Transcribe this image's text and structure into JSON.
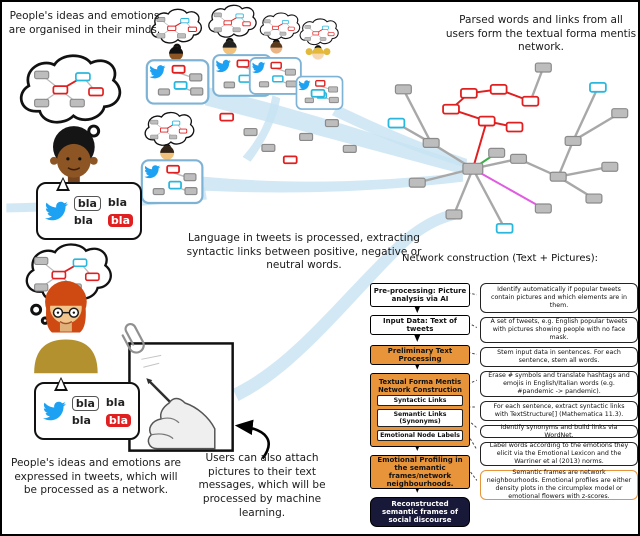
{
  "colors": {
    "twitter-blue": "#1da1f2",
    "negative-red": "#e02020",
    "positive-cyan": "#2ab7dd",
    "neutral-gray": "#bdbdbd",
    "stream-blue": "#c7e2f3",
    "process-orange": "#e8943a",
    "final-navy": "#181838"
  },
  "captions": {
    "minds": "People's ideas and emotions are organised in their minds.",
    "parsed": "Parsed words and links from all users form the textual forma mentis network.",
    "language": "Language in tweets is processed, extracting syntactic links between positive, negative or neutral words.",
    "expressed": "People's ideas and emotions are expressed in tweets, which will be processed as a network.",
    "pictures": "Users can also attach pictures to their text messages, which will be processed by machine learning."
  },
  "speech": {
    "words": [
      "bla",
      "bla",
      "bla",
      "bla"
    ]
  },
  "flowchart": {
    "title": "Network construction (Text + Pictures):",
    "steps": [
      {
        "label": "Pre-processing: Picture analysis via AI"
      },
      {
        "label": "Input Data: Text of tweets"
      },
      {
        "label": "Preliminary Text Processing"
      },
      {
        "label": "Textual Forma Mentis Network Construction",
        "sub": [
          "Syntactic Links",
          "Semantic Links (Synonyms)",
          "Emotional Node Labels"
        ]
      },
      {
        "label": "Emotional Profiling in the semantic frames/network neighbourhoods."
      },
      {
        "label": "Reconstructed semantic frames of social discourse"
      }
    ],
    "notes": [
      "Identify automatically if popular tweets contain pictures and which elements are in them.",
      "A set of tweets, e.g. English popular tweets with pictures showing people with no face mask.",
      "Stem input data in sentences. For each sentence, stem all words.",
      "Erase # symbols and translate hashtags and emojis in English/Italian words (e.g. #pandemic -> pandemic).",
      "For each sentence, extract syntactic links with TextStructure[] (Mathematica 11.3).",
      "Identify synonyms and build links via WordNet.",
      "Label words according to the emotions they elicit via the Emotional Lexicon and the Warriner et al (2013) norms.",
      "Semantic frames are network neighbourhoods. Emotional profiles are either density plots in the circumplex model or emotional flowers with z-scores."
    ]
  }
}
